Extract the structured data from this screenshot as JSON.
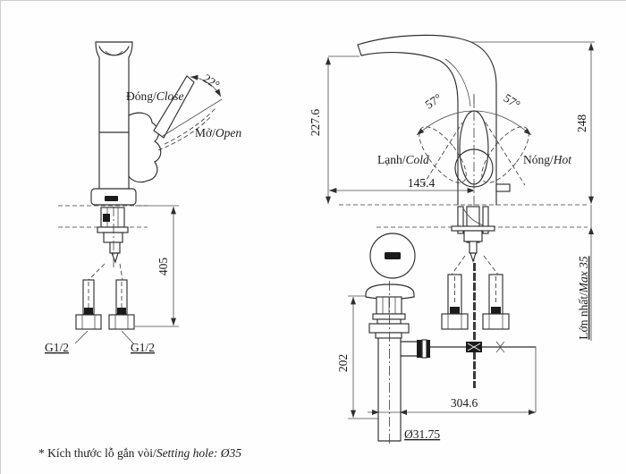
{
  "front_view": {
    "close_label": {
      "vi": "Đóng/",
      "en": "Close"
    },
    "open_label": {
      "vi": "Mở/",
      "en": "Open"
    },
    "handle_angle": "22°",
    "install_height": "405",
    "left_connector": "G1/2",
    "right_connector": "G1/2"
  },
  "side_view": {
    "cold_label": {
      "vi": "Lạnh/",
      "en": "Cold"
    },
    "hot_label": {
      "vi": "Nóng/",
      "en": "Hot"
    },
    "swivel_angle_left": "57°",
    "swivel_angle_right": "57°",
    "spout_height": "227.6",
    "overall_height": "248",
    "spout_reach": "145.4",
    "deck_thickness_max": {
      "vi": "Lớn nhất/",
      "en": "Max 35"
    },
    "drain_length": "202",
    "rod_reach": "304.6",
    "drain_diameter": "Ø31.75"
  },
  "note": {
    "vi": "* Kích thước lỗ gắn vòi/",
    "en": "Setting hole: Ø35"
  },
  "colors": {
    "line": "#2f2f2f",
    "dim": "#4a4a4a",
    "text": "#1c1c1c",
    "background": "#ffffff"
  }
}
